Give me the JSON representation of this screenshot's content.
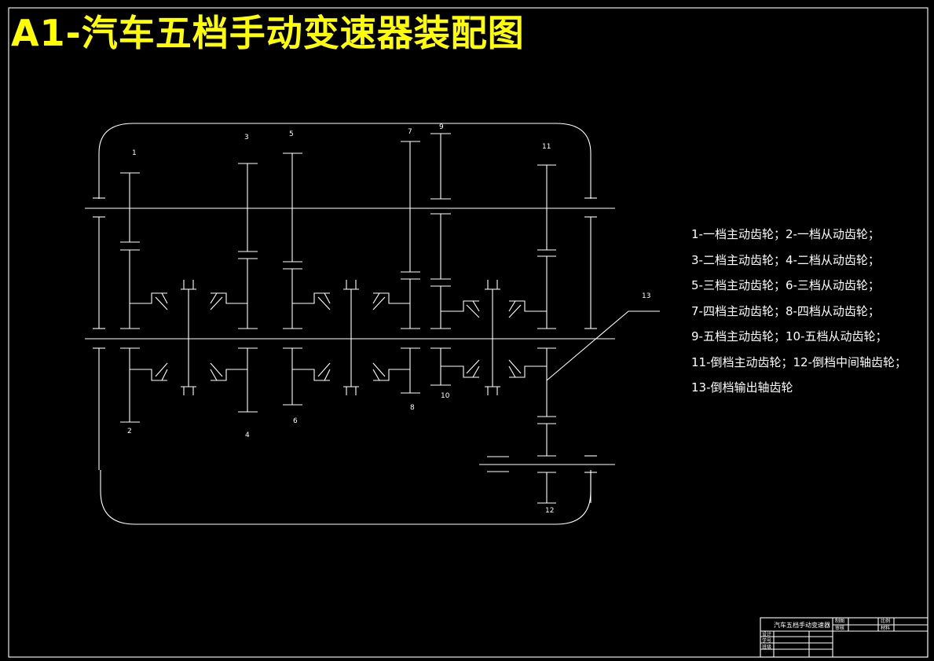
{
  "title": "A1-汽车五档手动变速器装配图",
  "colors": {
    "background": "#000000",
    "title": "#ffff00",
    "lines": "#ffffff"
  },
  "part_numbers": [
    "1",
    "2",
    "3",
    "4",
    "5",
    "6",
    "7",
    "8",
    "9",
    "10",
    "11",
    "12",
    "13"
  ],
  "legend": [
    "1-一档主动齿轮；2-一档从动齿轮；",
    "3-二档主动齿轮；4-二档从动齿轮；",
    "5-三档主动齿轮；6-三档从动齿轮；",
    "7-四档主动齿轮；8-四档从动齿轮；",
    "9-五档主动齿轮；10-五档从动齿轮；",
    "11-倒档主动齿轮；12-倒档中间轴齿轮；",
    "13-倒档输出轴齿轮"
  ],
  "title_block": {
    "drawing_name": "汽车五档手动变速器",
    "row_labels": [
      "制图",
      "审核",
      "比例",
      "材料",
      "设计",
      "学号",
      "班级"
    ]
  }
}
